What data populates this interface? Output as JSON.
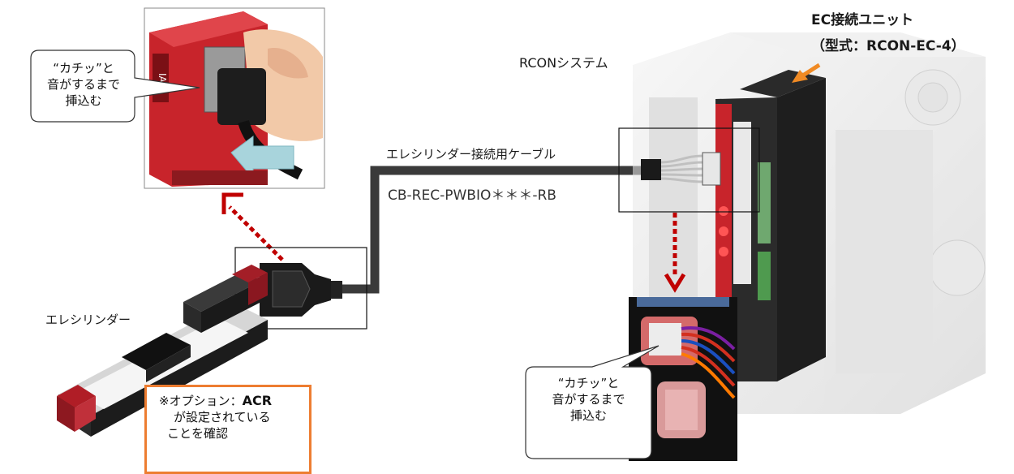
{
  "callout_top": {
    "line1": "“カチッ”と",
    "line2": "音がするまで",
    "line3": "挿込む"
  },
  "callout_bottom": {
    "line1": "“カチッ”と",
    "line2": "音がするまで",
    "line3": "挿込む"
  },
  "cable": {
    "name": "エレシリンダー接続用ケーブル",
    "model": "CB-REC-PWBIO＊＊＊-RB"
  },
  "actuator_label": "エレシリンダー",
  "system_label": "RCONシステム",
  "ec_unit": {
    "line1": "EC接続ユニット",
    "line2": "（型式：RCON-EC-4）"
  },
  "note": {
    "prefix": "※オプション：",
    "option": "ACR",
    "line2": "が設定されている",
    "line3": "ことを確認"
  },
  "colors": {
    "arrow_red": "#c00000",
    "note_orange": "#ed7d31",
    "ec_arrow": "#f08a24",
    "unit_red": "#c8242b"
  }
}
